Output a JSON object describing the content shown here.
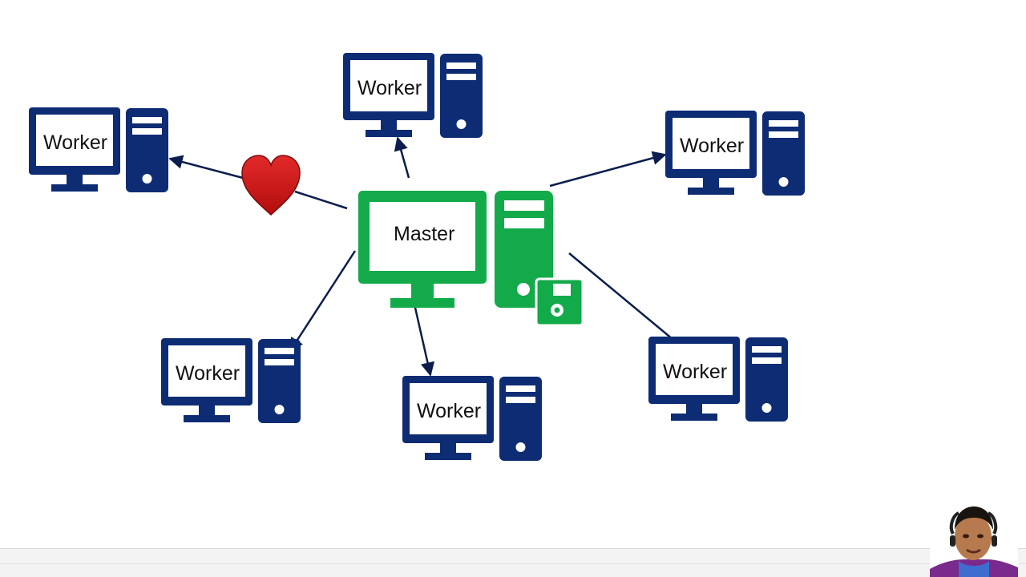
{
  "diagram": {
    "colors": {
      "worker": "#0d2c73",
      "master": "#13aa4a",
      "edge": "#0b1d4d",
      "heart": "#cc1111",
      "screen": "#ffffff"
    },
    "master": {
      "label": "Master"
    },
    "workers": [
      {
        "id": "worker-top",
        "label": "Worker"
      },
      {
        "id": "worker-top-left",
        "label": "Worker"
      },
      {
        "id": "worker-top-right",
        "label": "Worker"
      },
      {
        "id": "worker-bottom-left",
        "label": "Worker"
      },
      {
        "id": "worker-bottom-center",
        "label": "Worker"
      },
      {
        "id": "worker-bottom-right",
        "label": "Worker"
      }
    ],
    "heartbeat_icon": "heart-icon"
  },
  "presenter": {
    "icon": "presenter-webcam-thumbnail"
  }
}
